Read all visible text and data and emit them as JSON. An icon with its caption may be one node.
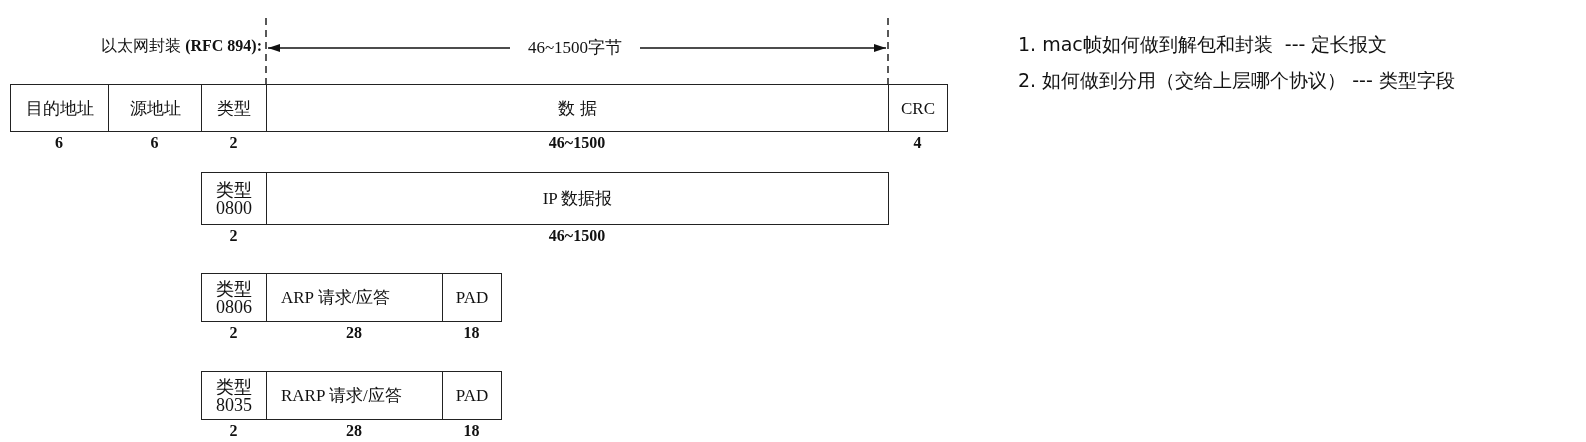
{
  "diagram": {
    "nodes": [
      {
        "text": [
          "目的地址"
        ],
        "beside": [
          "6"
        ]
      },
      {
        "text": [
          "源地址"
        ],
        "beside": [
          "6"
        ]
      },
      {
        "text": [
          "类型"
        ],
        "beside": [
          "2"
        ]
      },
      {
        "text": [
          "数 据"
        ],
        "beside": [
          "46~1500"
        ]
      },
      {
        "text": [
          "CRC"
        ],
        "beside": [
          "4"
        ]
      },
      {
        "text": [
          "类型 0800"
        ],
        "beside": [
          "2"
        ]
      },
      {
        "text": [
          "IP 数据报"
        ],
        "beside": [
          "46~1500"
        ]
      },
      {
        "text": [
          "类型 0806"
        ],
        "beside": [
          "2"
        ]
      },
      {
        "text": [
          "ARP 请求/应答"
        ],
        "beside": [
          "28"
        ]
      },
      {
        "text": [
          "PAD"
        ],
        "beside": [
          "18"
        ]
      },
      {
        "text": [
          "类型 8035"
        ],
        "beside": [
          "2"
        ]
      },
      {
        "text": [
          "RARP 请求/应答"
        ],
        "beside": [
          "28"
        ]
      },
      {
        "text": [
          "PAD"
        ],
        "beside": [
          "18"
        ]
      }
    ],
    "labels": [
      "以太网封装 **(RFC 894):**",
      "46~1500字节",
      "1. mac帧如何做到解包和封装  --- 定长报文",
      "2. 如何做到分用（交给上层哪个协议） --- 类型字段"
    ]
  }
}
